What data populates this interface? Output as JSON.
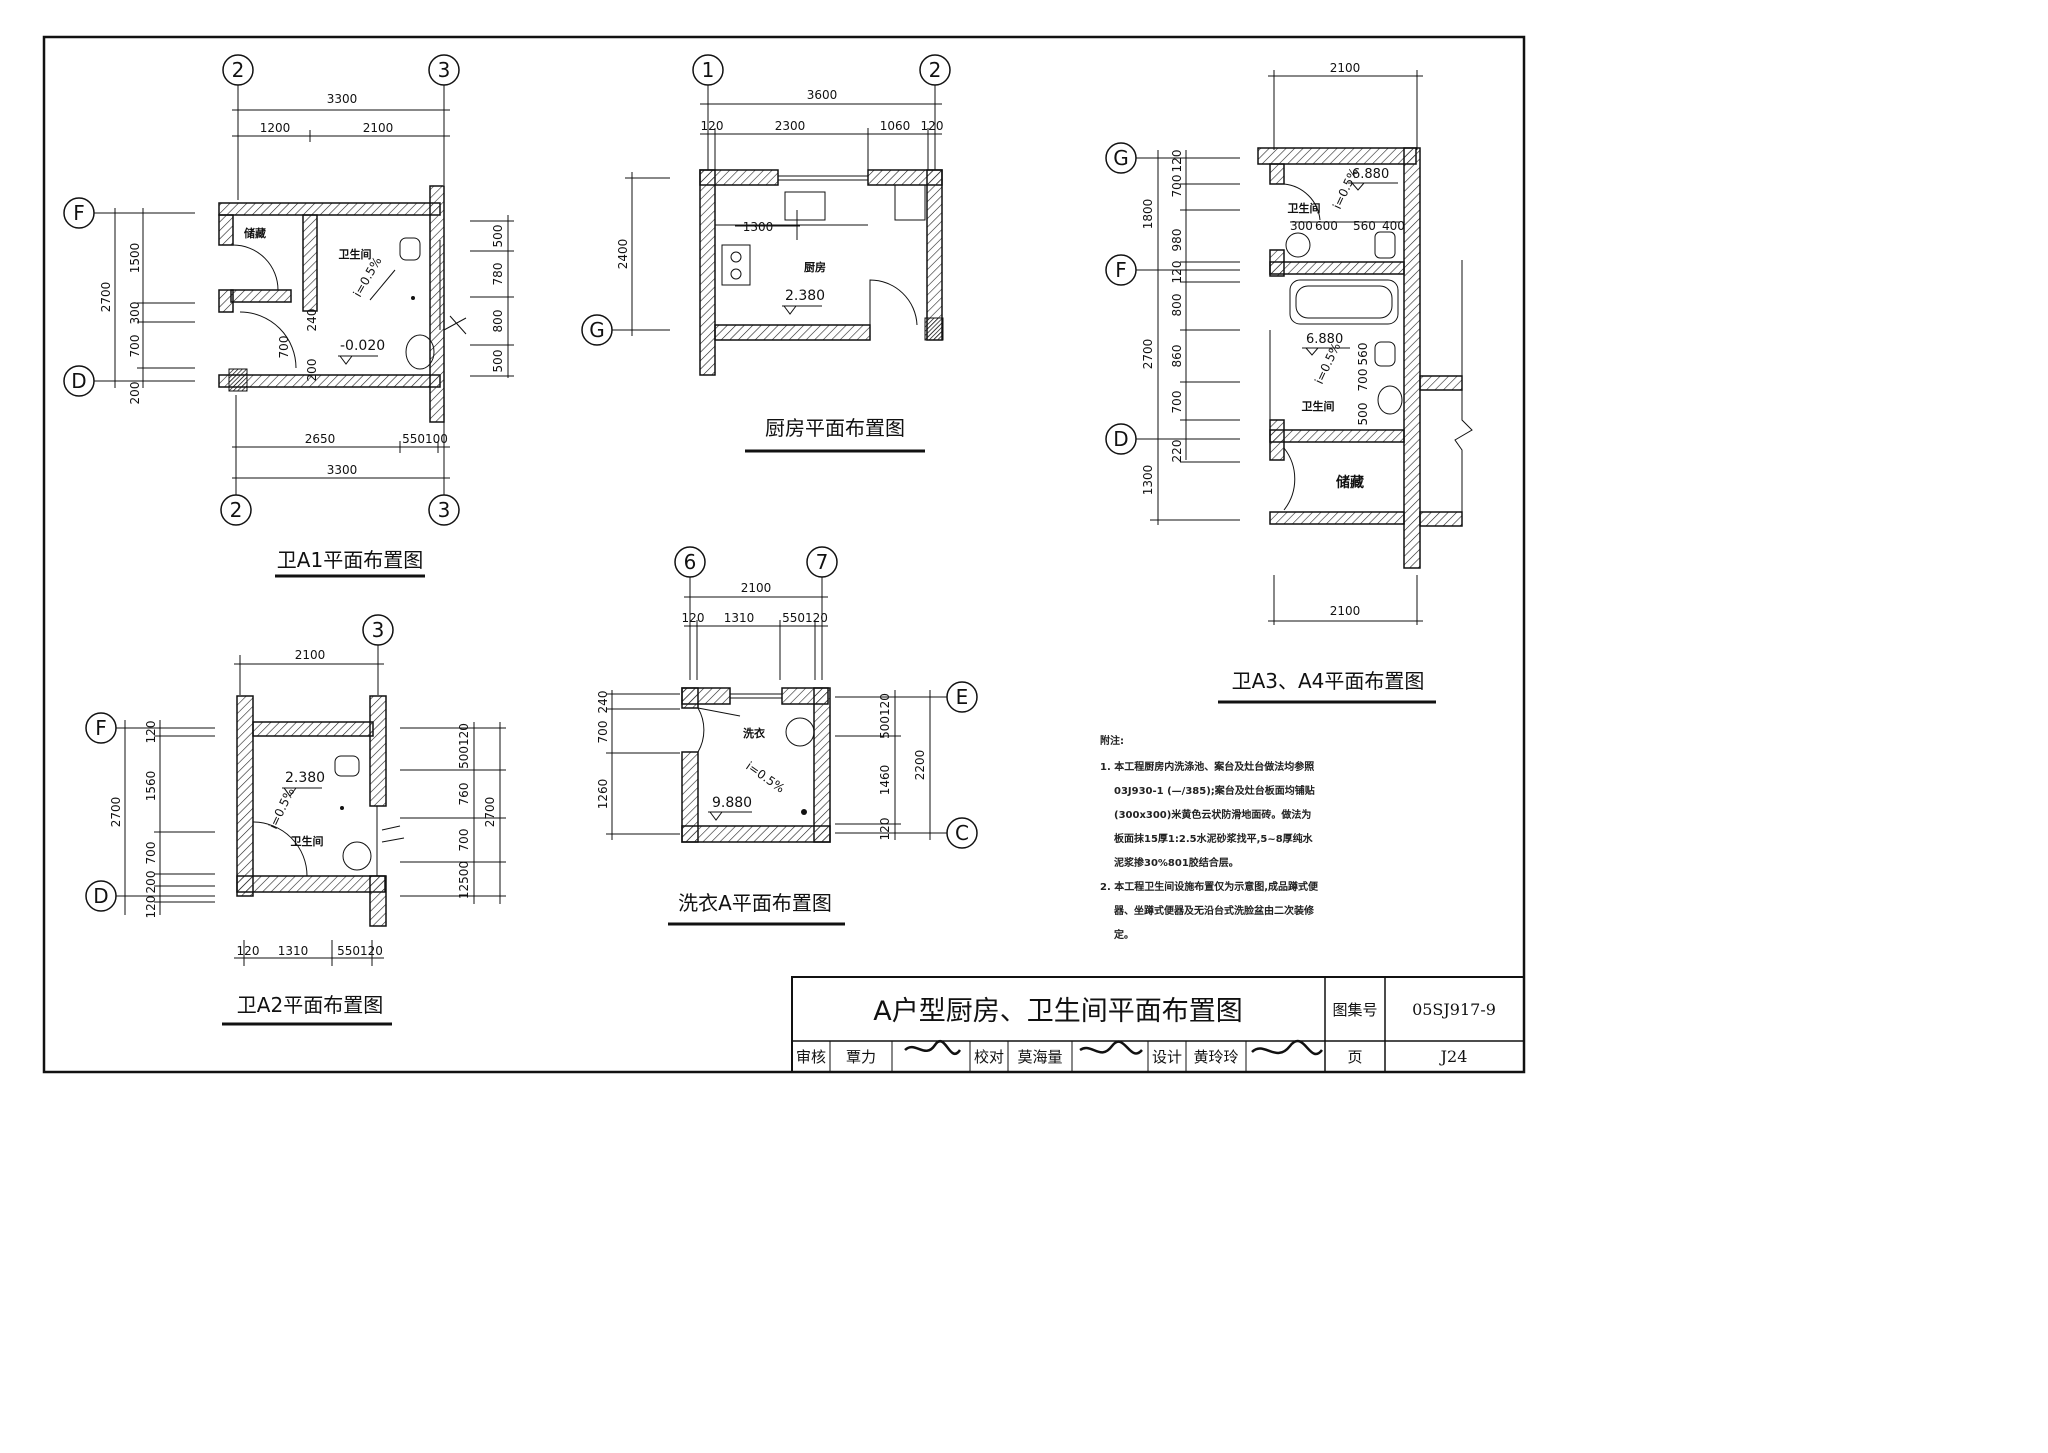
{
  "plans": {
    "a1": {
      "caption": "卫A1平面布置图",
      "axes": {
        "top_left": "2",
        "top_right": "3",
        "bottom_left": "2",
        "bottom_right": "3",
        "row_top": "F",
        "row_bottom": "D"
      },
      "dims": {
        "top_total": "3300",
        "top_a": "1200",
        "top_b": "2100",
        "bottom_a": "2650",
        "bottom_b": "550100",
        "bottom_total": "3300",
        "left_total": "2700",
        "left_a": "1500",
        "left_b": "300",
        "left_c": "700",
        "left_d": "200",
        "right_a": "500",
        "right_b": "780",
        "right_c": "800",
        "right_d": "500",
        "inner_a": "240",
        "inner_b": "700",
        "inner_c": "200"
      },
      "rooms": {
        "storage": "储藏",
        "bathroom": "卫生间"
      },
      "slope": "i=0.5%",
      "level": "-0.020"
    },
    "a2": {
      "caption": "卫A2平面布置图",
      "axes": {
        "top": "3",
        "row_top": "F",
        "row_bottom": "D"
      },
      "dims": {
        "top_total": "2100",
        "bottom_a": "120",
        "bottom_b": "1310",
        "bottom_c": "550120",
        "left_total": "2700",
        "left_a": "120",
        "left_b": "1560",
        "left_c": "700",
        "left_d": "200",
        "left_e": "120",
        "right_total": "2700",
        "right_a": "500120",
        "right_b": "760",
        "right_c": "700",
        "right_d": "12500"
      },
      "rooms": {
        "bathroom": "卫生间"
      },
      "slope": "i=0.5%",
      "level": "2.380"
    },
    "kitchen": {
      "caption": "厨房平面布置图",
      "axes": {
        "top_left": "1",
        "top_right": "2",
        "row": "G"
      },
      "dims": {
        "top_total": "3600",
        "top_a": "120",
        "top_b": "2300",
        "top_c": "1060",
        "top_d": "120",
        "left": "2400",
        "inner": "1300"
      },
      "rooms": {
        "kitchen": "厨房"
      },
      "level": "2.380"
    },
    "laundry": {
      "caption": "洗衣A平面布置图",
      "axes": {
        "top_left": "6",
        "top_right": "7",
        "row_top": "E",
        "row_bottom": "C"
      },
      "dims": {
        "top_total": "2100",
        "top_a": "120",
        "top_b": "1310",
        "top_c": "550120",
        "left_a": "240",
        "left_b": "700",
        "left_c": "1260",
        "right_total": "2200",
        "right_a": "500120",
        "right_b": "1460",
        "right_c": "120"
      },
      "rooms": {
        "laundry": "洗衣"
      },
      "slope": "i=0.5%",
      "level": "9.880"
    },
    "a3a4": {
      "caption": "卫A3、A4平面布置图",
      "axes": {
        "row_g": "G",
        "row_f": "F",
        "row_d": "D"
      },
      "dims": {
        "top_total": "2100",
        "bottom_total": "2100",
        "left_1800": "1800",
        "left_2700": "2700",
        "left_1300": "1300",
        "left_120a": "120",
        "left_700": "700",
        "left_980": "980",
        "left_120b": "120",
        "left_800": "800",
        "left_860": "860",
        "left_700b": "700",
        "left_220": "220",
        "upper_300": "300",
        "upper_600": "600",
        "upper_560": "560",
        "upper_400": "400",
        "lower_560": "560",
        "lower_700": "700",
        "lower_500": "500"
      },
      "rooms": {
        "bath_upper": "卫生间",
        "bath_lower": "卫生间",
        "storage": "储藏"
      },
      "slope": "i=0.5%",
      "level_upper": "6.880",
      "level_lower": "6.880"
    }
  },
  "notes": {
    "title": "附注:",
    "item1": "1. 本工程厨房内洗涤池、案台及灶台做法均参照03J930-1 (—/385);案台及灶台板面均铺贴(300x300)米黄色云状防滑地面砖。做法为板面抹15厚1:2.5水泥砂浆找平,5~8厚纯水泥浆掺30%801胶结合层。",
    "ref_symbol": "385",
    "item2": "2. 本工程卫生间设施布置仅为示意图,成品蹲式便器、坐蹲式便器及无沿台式洗脸盆由二次装修定。"
  },
  "title_block": {
    "title": "A户型厨房、卫生间平面布置图",
    "atlas_label": "图集号",
    "atlas_no": "05SJ917-9",
    "review_label": "审核",
    "review_name": "覃力",
    "check_label": "校对",
    "check_name": "莫海量",
    "design_label": "设计",
    "design_name": "黄玲玲",
    "page_label": "页",
    "page_no": "J24"
  }
}
